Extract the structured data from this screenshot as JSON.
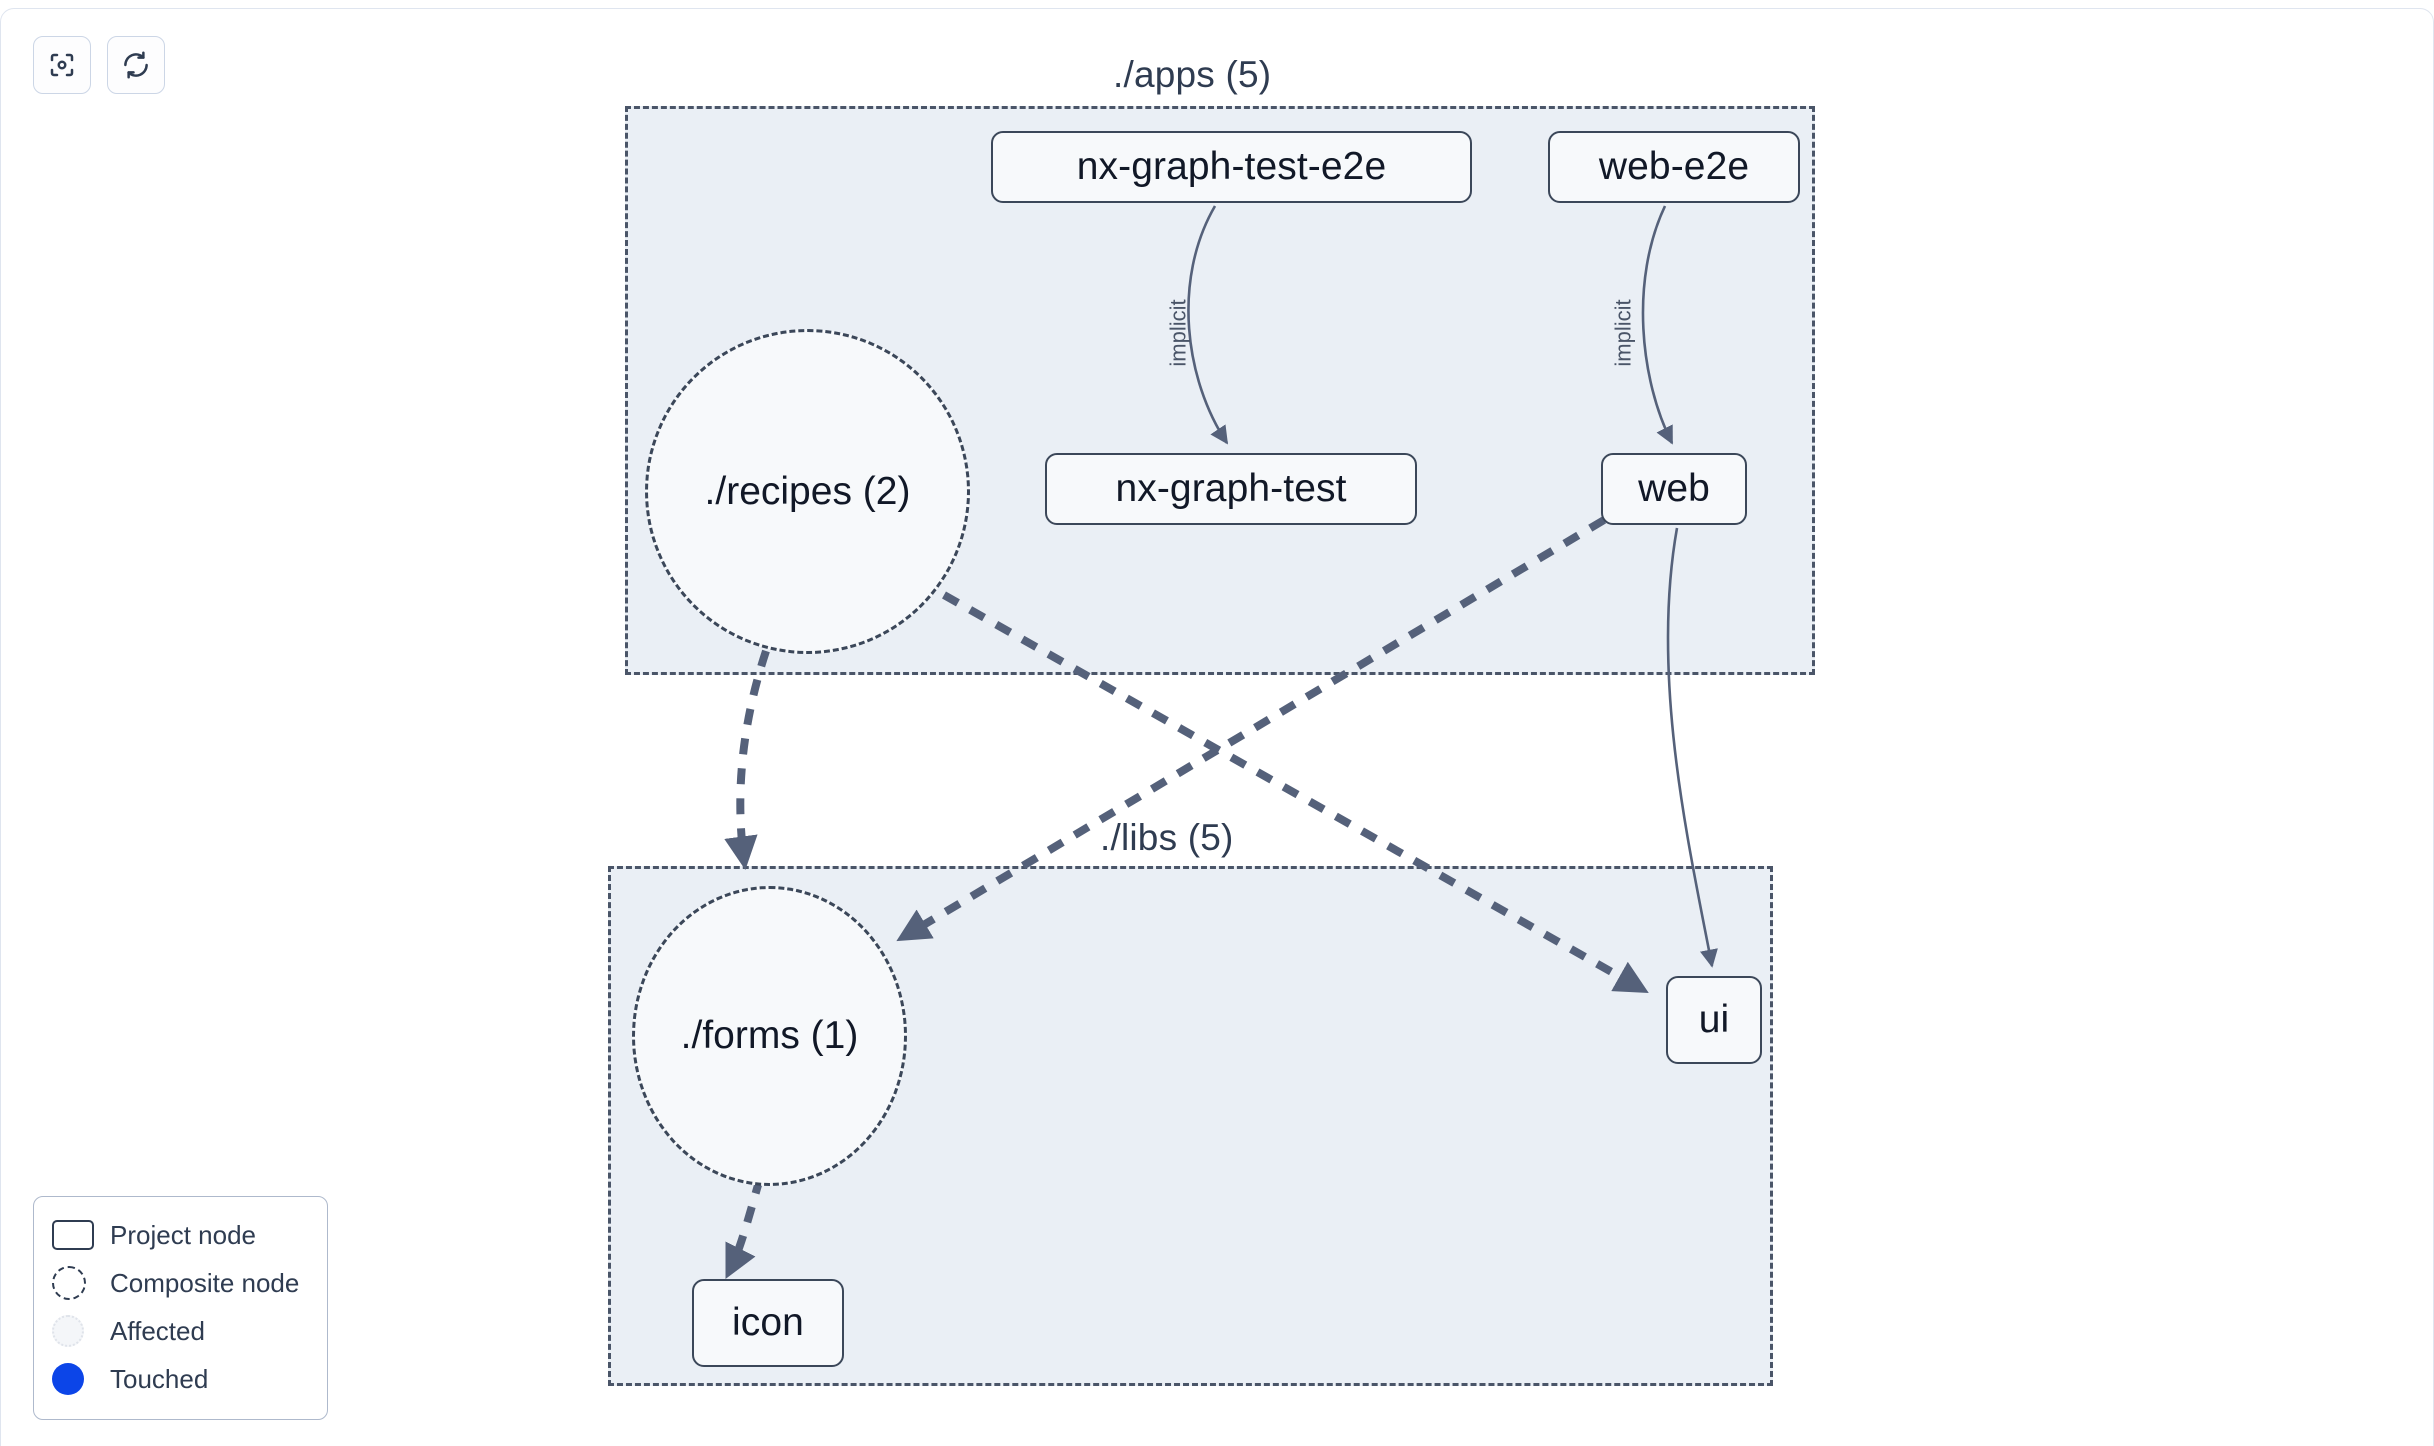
{
  "toolbar": {
    "buttons": [
      {
        "name": "focus-graph",
        "icon": "focus-target-icon",
        "label": ""
      },
      {
        "name": "refresh-graph",
        "icon": "refresh-icon",
        "label": ""
      }
    ]
  },
  "graph": {
    "groups": [
      {
        "id": "apps",
        "label": "./apps (5)"
      },
      {
        "id": "libs",
        "label": "./libs (5)"
      }
    ],
    "project_nodes": [
      {
        "id": "nx-graph-test-e2e",
        "label": "nx-graph-test-e2e",
        "group": "apps"
      },
      {
        "id": "web-e2e",
        "label": "web-e2e",
        "group": "apps"
      },
      {
        "id": "nx-graph-test",
        "label": "nx-graph-test",
        "group": "apps"
      },
      {
        "id": "web",
        "label": "web",
        "group": "apps"
      },
      {
        "id": "ui",
        "label": "ui",
        "group": "libs"
      },
      {
        "id": "icon",
        "label": "icon",
        "group": "libs"
      }
    ],
    "composite_nodes": [
      {
        "id": "recipes",
        "label": "./recipes (2)",
        "group": "apps"
      },
      {
        "id": "forms",
        "label": "./forms (1)",
        "group": "libs"
      }
    ],
    "edges": [
      {
        "from": "nx-graph-test-e2e",
        "to": "nx-graph-test",
        "label": "implicit",
        "style": "solid"
      },
      {
        "from": "web-e2e",
        "to": "web",
        "label": "implicit",
        "style": "solid"
      },
      {
        "from": "web",
        "to": "ui",
        "label": "",
        "style": "solid"
      },
      {
        "from": "recipes",
        "to": "forms",
        "label": "",
        "style": "dashed"
      },
      {
        "from": "recipes",
        "to": "ui",
        "label": "",
        "style": "dashed"
      },
      {
        "from": "web",
        "to": "forms",
        "label": "",
        "style": "dashed"
      },
      {
        "from": "forms",
        "to": "icon",
        "label": "",
        "style": "dashed"
      }
    ]
  },
  "legend": {
    "items": [
      {
        "swatch": "project-node-swatch",
        "label": "Project node"
      },
      {
        "swatch": "composite-node-swatch",
        "label": "Composite node"
      },
      {
        "swatch": "affected-swatch",
        "label": "Affected"
      },
      {
        "swatch": "touched-swatch",
        "label": "Touched"
      }
    ]
  },
  "colors": {
    "group_fill": "#eaeff5",
    "group_border": "#4a5568",
    "node_fill": "#f7f9fb",
    "node_border": "#3b4759",
    "edge": "#55617a",
    "touched": "#0c45e8",
    "text": "#111827"
  }
}
